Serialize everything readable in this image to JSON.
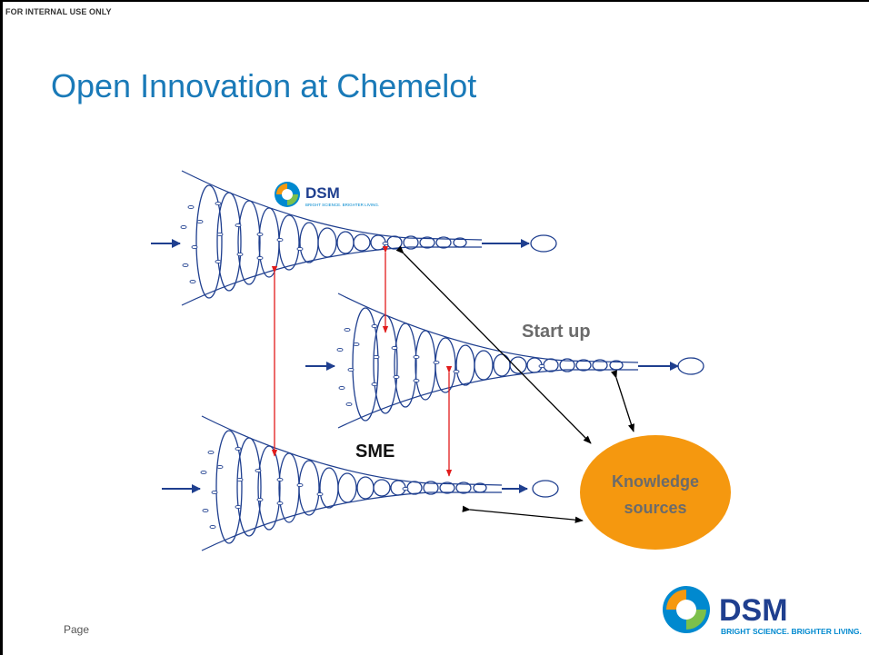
{
  "header": {
    "classification": "FOR INTERNAL USE ONLY"
  },
  "slide": {
    "title": "Open Innovation at Chemelot"
  },
  "diagram": {
    "funnels": [
      {
        "label": "",
        "has_logo": true
      },
      {
        "label": "Start up",
        "has_logo": false
      },
      {
        "label": "SME",
        "has_logo": false
      }
    ],
    "knowledge": {
      "line1": "Knowledge",
      "line2": "sources",
      "color": "#f5980f"
    },
    "colors": {
      "funnel": "#1f3f8f",
      "link": "#e11b1b",
      "connector": "#000000"
    }
  },
  "logo": {
    "name": "DSM",
    "tagline": "BRIGHT SCIENCE. BRIGHTER LIVING."
  },
  "footer": {
    "page_label": "Page"
  }
}
